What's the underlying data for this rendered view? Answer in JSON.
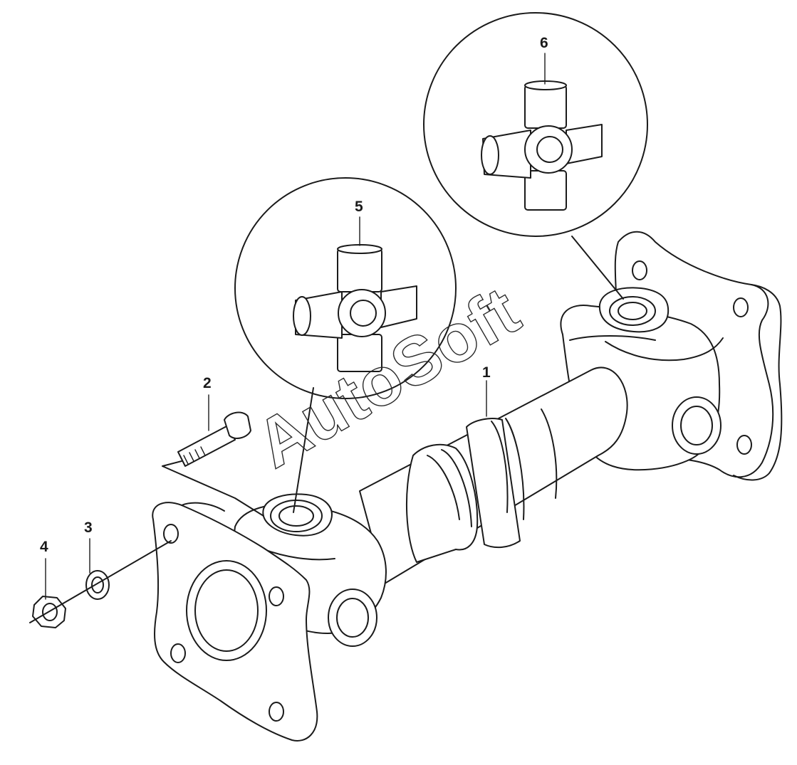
{
  "diagram": {
    "callouts": [
      {
        "id": "shaft",
        "label": "1"
      },
      {
        "id": "bolt",
        "label": "2"
      },
      {
        "id": "washer",
        "label": "3"
      },
      {
        "id": "nut",
        "label": "4"
      },
      {
        "id": "spider-front",
        "label": "5"
      },
      {
        "id": "spider-rear",
        "label": "6"
      }
    ],
    "watermark": "AutoSoft",
    "line_color": "#1a1a1a",
    "background": "#ffffff"
  }
}
